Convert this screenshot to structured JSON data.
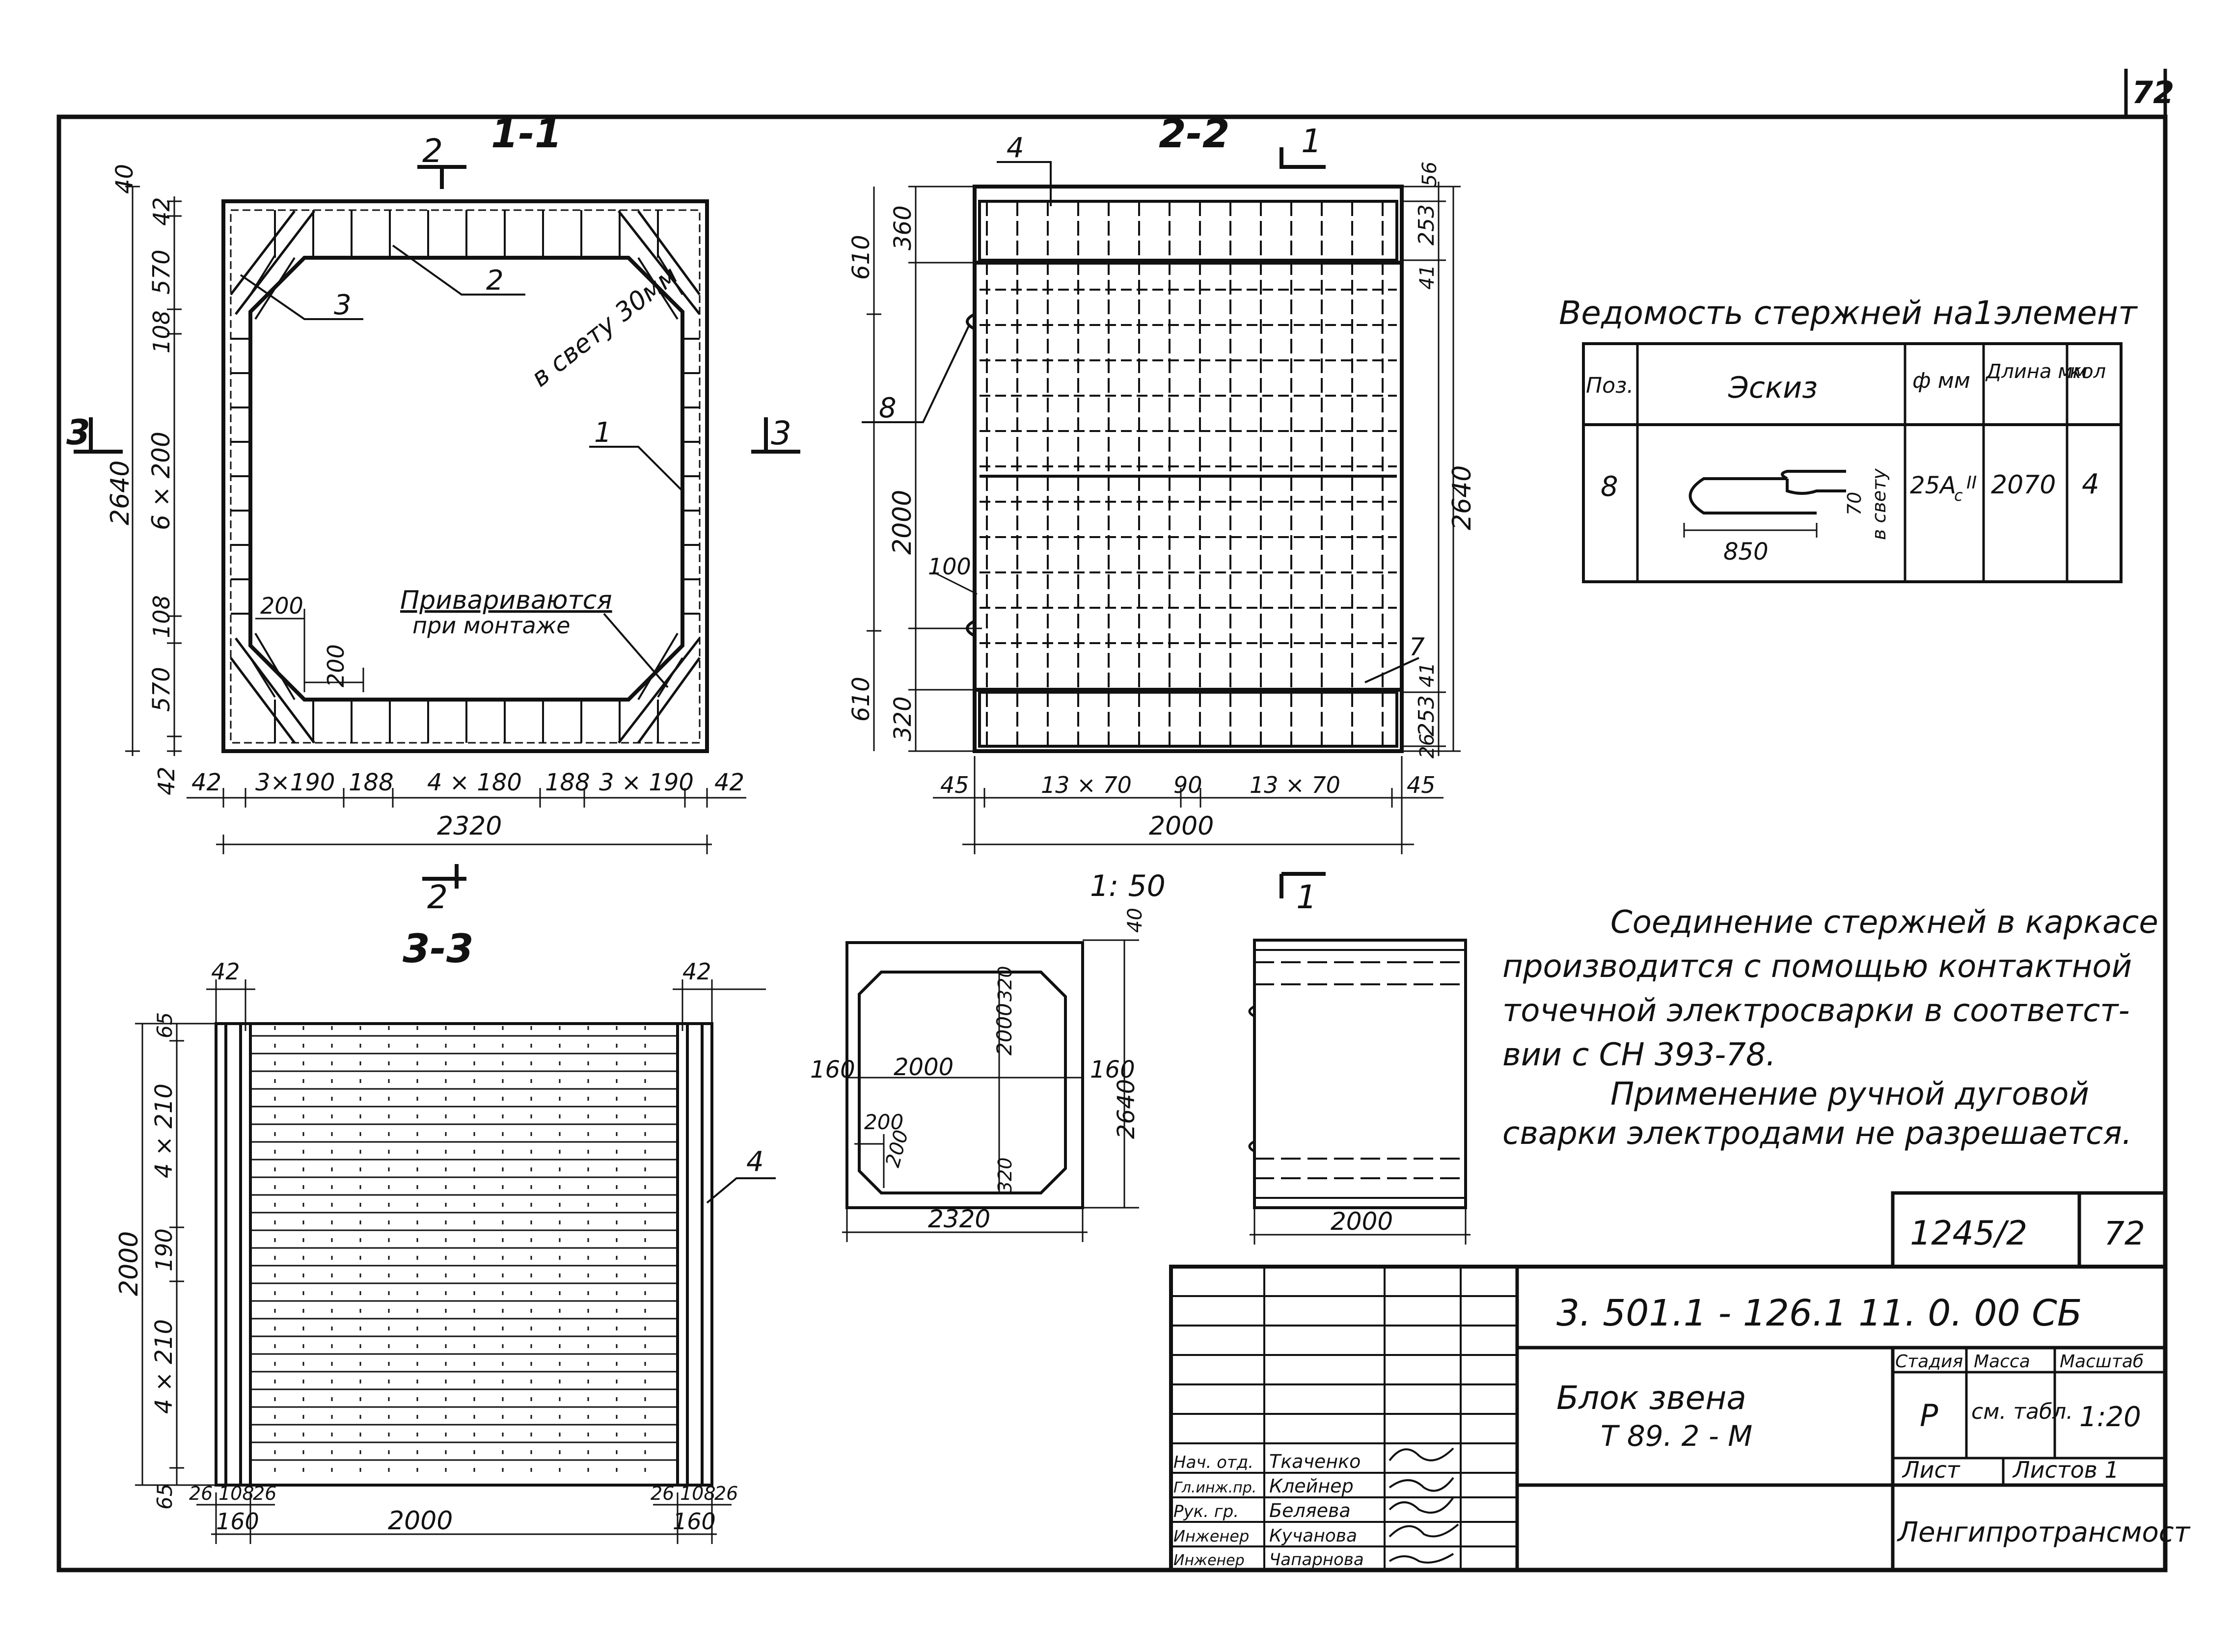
{
  "sheet": {
    "corner_number": "72",
    "ink": "#111111",
    "paper": "#ffffff"
  },
  "section_1_1": {
    "title": "1-1",
    "cut_mark": "2",
    "cut_mark_bottom": "2",
    "side_mark_left": "3",
    "side_mark_right": "3",
    "callouts": [
      "3",
      "2",
      "1"
    ],
    "note_clear": "в свету 30мм",
    "note_weld": "Привариваются",
    "note_weld_2": "при монтаже",
    "inner_dims": [
      "200",
      "200"
    ],
    "left_dims": [
      "40",
      "42",
      "570",
      "108",
      "6 × 200",
      "108",
      "570",
      "42"
    ],
    "overall_height": "2640",
    "bottom_dims": [
      "42",
      "3×190",
      "188",
      "4 × 180",
      "188",
      "3 × 190",
      "42"
    ],
    "overall_width": "2320"
  },
  "section_2_2": {
    "title": "2-2",
    "cut_mark": "1",
    "cut_mark_bottom": "1",
    "callout_top": "4",
    "callout_side": "8",
    "callout_bottom": "7",
    "left_dims": [
      "610",
      "360",
      "2000",
      "100",
      "610",
      "320"
    ],
    "right_dims": [
      "56",
      "253",
      "41",
      "2640",
      "41",
      "253",
      "26"
    ],
    "overall_height": "2640",
    "bottom_dims": [
      "45",
      "13 × 70",
      "90",
      "13 × 70",
      "45"
    ],
    "overall_width": "2000",
    "scale": "1: 50"
  },
  "section_3_3": {
    "title": "3-3",
    "top_dims": [
      "42",
      "42"
    ],
    "left_dims": [
      "65",
      "4 × 210",
      "190",
      "4 × 210",
      "65"
    ],
    "overall_height": "2000",
    "callout": "4",
    "bottom_dims_left": [
      "26",
      "108",
      "26"
    ],
    "bottom_dims_right": [
      "26",
      "108",
      "26"
    ],
    "side_width_left": "160",
    "overall_width": "2000",
    "side_width_right": "160"
  },
  "small_views": {
    "front_dims": [
      "40",
      "160",
      "2000",
      "2000",
      "320",
      "160",
      "2640",
      "200",
      "200",
      "320"
    ],
    "front_width": "2320",
    "side_width": "2000"
  },
  "schedule": {
    "title": "Ведомость стержней на1элемент",
    "headers": [
      "Поз.",
      "Эскиз",
      "ф мм",
      "Длина мм",
      "кол"
    ],
    "row": {
      "pos": "8",
      "sketch_dim": "850",
      "sketch_side": "70",
      "sketch_note": "в свету",
      "diameter": "25А",
      "diameter_sub": "с",
      "diameter_class": "II",
      "length": "2070",
      "count": "4"
    }
  },
  "notes": {
    "line1": "Соединение стержней в каркасе",
    "line2": "производится с помощью контактной",
    "line3": "точечной электросварки в соответст-",
    "line4": "вии с СН 393-78.",
    "line5": "Применение ручной дуговой",
    "line6": "сварки электродами не разрешается."
  },
  "title_block": {
    "album": "1245/2",
    "page": "72",
    "code": "3. 501.1 - 126.1 11. 0. 00 СБ",
    "name_line1": "Блок звена",
    "name_line2": "Т 89. 2 - М",
    "stage_label": "Стадия",
    "mass_label": "Масса",
    "scale_label": "Масштаб",
    "stage_value": "Р",
    "mass_value": "см. табл.",
    "scale_value": "1:20",
    "sheet_label": "Лист",
    "sheets_label": "Листов 1",
    "organization": "Ленгипротрансмост",
    "signatures": [
      {
        "role": "Нач. отд.",
        "name": "Ткаченко"
      },
      {
        "role": "Гл.инж.пр.",
        "name": "Клейнер"
      },
      {
        "role": "Рук. гр.",
        "name": "Беляева"
      },
      {
        "role": "Инженер",
        "name": "Кучанова"
      },
      {
        "role": "Инженер",
        "name": "Чапарнова"
      }
    ]
  }
}
